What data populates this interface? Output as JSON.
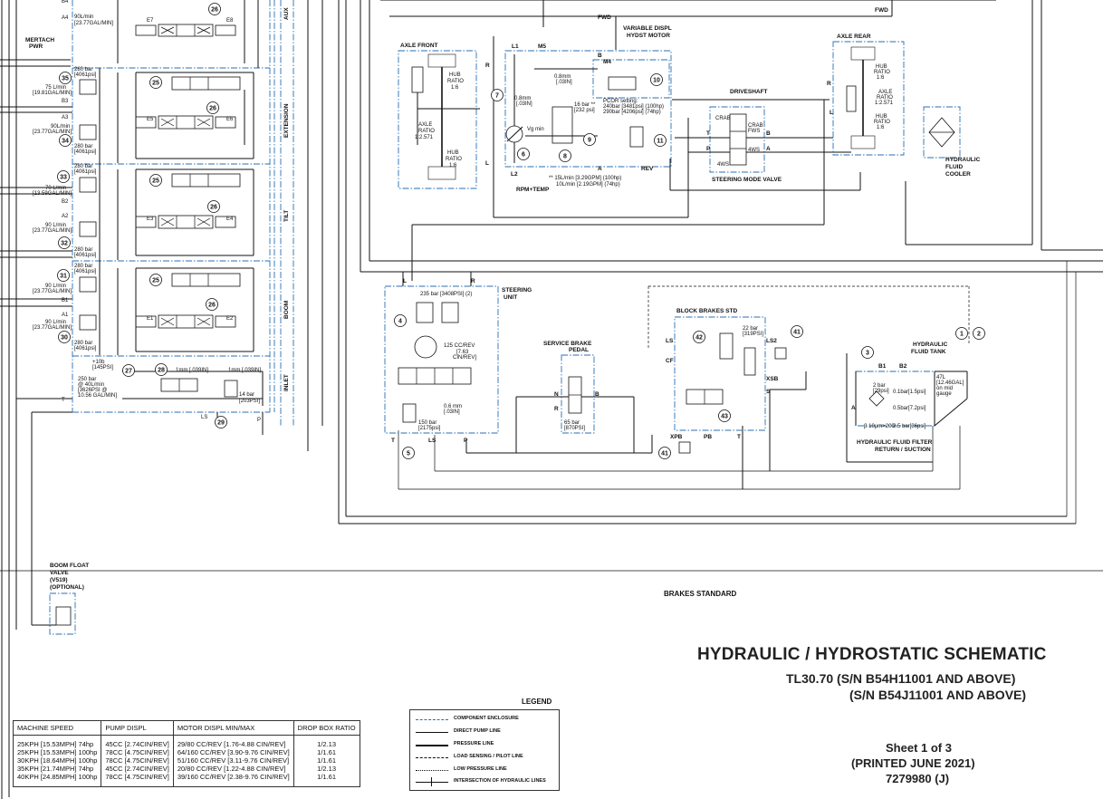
{
  "title": {
    "main": "HYDRAULIC / HYDROSTATIC SCHEMATIC",
    "model_line1": "TL30.70 (S/N B54H11001 AND ABOVE)",
    "model_line2": "(S/N B54J11001 AND ABOVE)",
    "sheet": "Sheet 1 of 3",
    "printed": "(PRINTED JUNE 2021)",
    "doc_number": "7279980 (J)"
  },
  "brakes_standard": "BRAKES STANDARD",
  "legend": {
    "title": "LEGEND",
    "items": [
      {
        "label": "COMPONENT ENCLOSURE",
        "style": "enclosure"
      },
      {
        "label": "DIRECT PUMP LINE",
        "style": "direct"
      },
      {
        "label": "PRESSURE LINE",
        "style": "pressure"
      },
      {
        "label": "LOAD SENSING / PILOT LINE",
        "style": "pilot"
      },
      {
        "label": "LOW PRESSURE LINE",
        "style": "low"
      },
      {
        "label": "INTERSECTION OF HYDRAULIC LINES",
        "style": "intersection"
      }
    ]
  },
  "speed_table": {
    "headers": [
      "MACHINE SPEED",
      "PUMP DISPL",
      "MOTOR DISPL MIN/MAX",
      "DROP BOX RATIO"
    ],
    "rows": [
      [
        "25KPH [15.53MPH] 74hp",
        "45CC [2.74CIN/REV]",
        "29/80  CC/REV [1.76-4.88 CIN/REV]",
        "1/2.13"
      ],
      [
        "25KPH [15.53MPH] 100hp",
        "78CC [4.75CIN/REV]",
        "64/160 CC/REV [3.90-9.76 CIN/REV]",
        "1/1.61"
      ],
      [
        "30KPH [18.64MPH] 100hp",
        "78CC [4.75CIN/REV]",
        "51/160 CC/REV [3.11-9.76 CIN/REV]",
        "1/1.61"
      ],
      [
        "35KPH [21.74MPH] 74hp",
        "45CC [2.74CIN/REV]",
        "20/80  CC/REV [1.22-4.88 CIN/REV]",
        "1/2.13"
      ],
      [
        "40KPH [24.85MPH] 100hp",
        "78CC [4.75CIN/REV]",
        "39/160 CC/REV [2.38-9.76 CIN/REV]",
        "1/1.61"
      ]
    ]
  },
  "labels": {
    "fwd1": "FWD",
    "fwd2": "FWD",
    "axle_front": "AXLE FRONT",
    "axle_rear": "AXLE REAR",
    "variable_displ": "VARIABLE DISPL",
    "hydst_motor": "HYDST MOTOR",
    "driveshaft": "DRIVESHAFT",
    "steering_mode_valve": "STEERING MODE VALVE",
    "hydraulic_fluid": "HYDRAULIC",
    "fluid": "FLUID",
    "cooler": "COOLER",
    "steering": "STEERING",
    "unit": "UNIT",
    "service_brake": "SERVICE BRAKE",
    "pedal": "PEDAL",
    "block_brakes": "BLOCK BRAKES STD",
    "hyd_fluid_tank1": "HYDRAULIC",
    "hyd_fluid_tank2": "FLUID TANK",
    "filter1": "HYDRAULIC FLUID FILTER",
    "filter2": "RETURN / SUCTION",
    "boom_float1": "BOOM FLOAT",
    "boom_float2": "VALVE",
    "boom_float3": "(V519)",
    "boom_float4": "(OPTIONAL)",
    "mertach": "MERTACH",
    "pwr": "PWR",
    "aux": "AUX",
    "ext": "EXTENSION",
    "tilt": "TILT",
    "boom": "BOOM",
    "inlet": "INLET",
    "pcor": "PCOR setting:",
    "pcor1": "240bar [3481psi] (100hp)",
    "pcor2": "290bar [4206psi] (74hp)",
    "flow1": "** 15L/min [3.29GPM] (100hp)",
    "flow2": "10L/min [2.19GPM] (74hp)",
    "rpm_temp": "RPM+TEMP",
    "crab": "CRAB",
    "crab_fws": "CRAB",
    "fws": "FWS",
    "fourws": "4WS",
    "fourws2": "4WS",
    "rev": "REV",
    "hub_ratio": "HUB",
    "ratio": "RATIO",
    "r16": "1:6",
    "axle_ratio": "AXLE",
    "r2571": "1:2.571",
    "p235": "235 bar [3408PSI] (2)",
    "cc125": "125 CC/REV",
    "cc125b": "[7.63",
    "cc125c": "CIN/REV]",
    "b150": "150 bar",
    "b150b": "[2175psi]",
    "b65": "65 bar",
    "b65b": "[870PSI]",
    "b22": "22 bar",
    "b22b": "[319PSI]",
    "tank47": "47L",
    "tank47b": "[12.46GAL]",
    "tank47c": "on mid",
    "tank47d": "gauge",
    "fb2": "2 bar",
    "fb2b": "[29psi]",
    "f01": "0.1bar[1.5psi]",
    "f05": "0.5bar[7.2psi]",
    "f25": "2.5 bar[36psi]",
    "beta": "β 10μm>200",
    "v_min": "Vg min",
    "orif08": "0.8mm",
    "orif08b": "[.03IN]",
    "b16": "16 bar **",
    "b16b": "[232 psi]",
    "b10": "+10b",
    "b10b": "[145PSI]",
    "b250": "250 bar",
    "b250b": "@ 40L/min",
    "b250c": "[3626PSI @",
    "b250d": "10.56 GAL/MIN]",
    "mm1": "1mm [.039IN]",
    "mm1b": "1mm [.039IN]",
    "b14": "14 bar",
    "b14b": "[203PSI]",
    "o06": "0.6 mm",
    "o06b": "[.03IN]",
    "a4": "A4",
    "b3": "B3",
    "a3": "A3",
    "b2": "B2",
    "a2": "A2",
    "b1": "B1",
    "a1": "A1",
    "b4": "B4",
    "f90a4": "90L/min",
    "f90a4b": "[23.77GAL/MIN]",
    "p280a": "280 bar",
    "p280ab": "[4061psi]",
    "f75": "75 L/min",
    "f75b": "[19.81GAL/MIN]",
    "f90a3": "90L/min",
    "f90a3b": "[23.77GAL/MIN]",
    "p280c": "280 bar",
    "p280cb": "[4061psi]",
    "p280d": "280 bar",
    "p280db": "[4061psi]",
    "f70": "70 L/min",
    "f70b": "[13.59GAL/MIN]",
    "f90a2": "90 L/min",
    "f90a2b": "[23.77GAL/MIN]",
    "p280e": "280 bar",
    "p280eb": "[4061psi]",
    "p280f": "280 bar",
    "p280fb": "[4061psi]",
    "f90b1": "90 L/min",
    "f90b1b": "[23.77GAL/MIN]",
    "f90a1": "90 L/min",
    "f90a1b": "[23.77GAL/MIN]",
    "p280g": "280 bar",
    "p280gb": "[4061psi]",
    "e7": "E7",
    "e8": "E8",
    "e5": "E5",
    "e6": "E6",
    "e3": "E3",
    "e4": "E4",
    "e1": "E1",
    "e2": "E2",
    "port_r": "R",
    "port_l": "L",
    "port_l1": "L1",
    "port_m5": "M5",
    "port_m4": "M4",
    "port_b": "B",
    "port_a": "A",
    "port_l2": "L2",
    "port_t": "T",
    "port_p": "P",
    "port_ls": "LS",
    "port_n": "N",
    "port_cf": "CF",
    "port_ls2": "LS2",
    "port_xsb": "XSB",
    "port_xpb": "XPB",
    "port_pb": "PB",
    "port_s": "S",
    "port_b1": "B1",
    "port_b2": "B2"
  },
  "callouts": [
    "25",
    "26",
    "27",
    "28",
    "29",
    "30",
    "31",
    "32",
    "33",
    "34",
    "35",
    "1",
    "2",
    "3",
    "4",
    "5",
    "6",
    "7",
    "8",
    "9",
    "10",
    "11",
    "41",
    "42",
    "43"
  ]
}
